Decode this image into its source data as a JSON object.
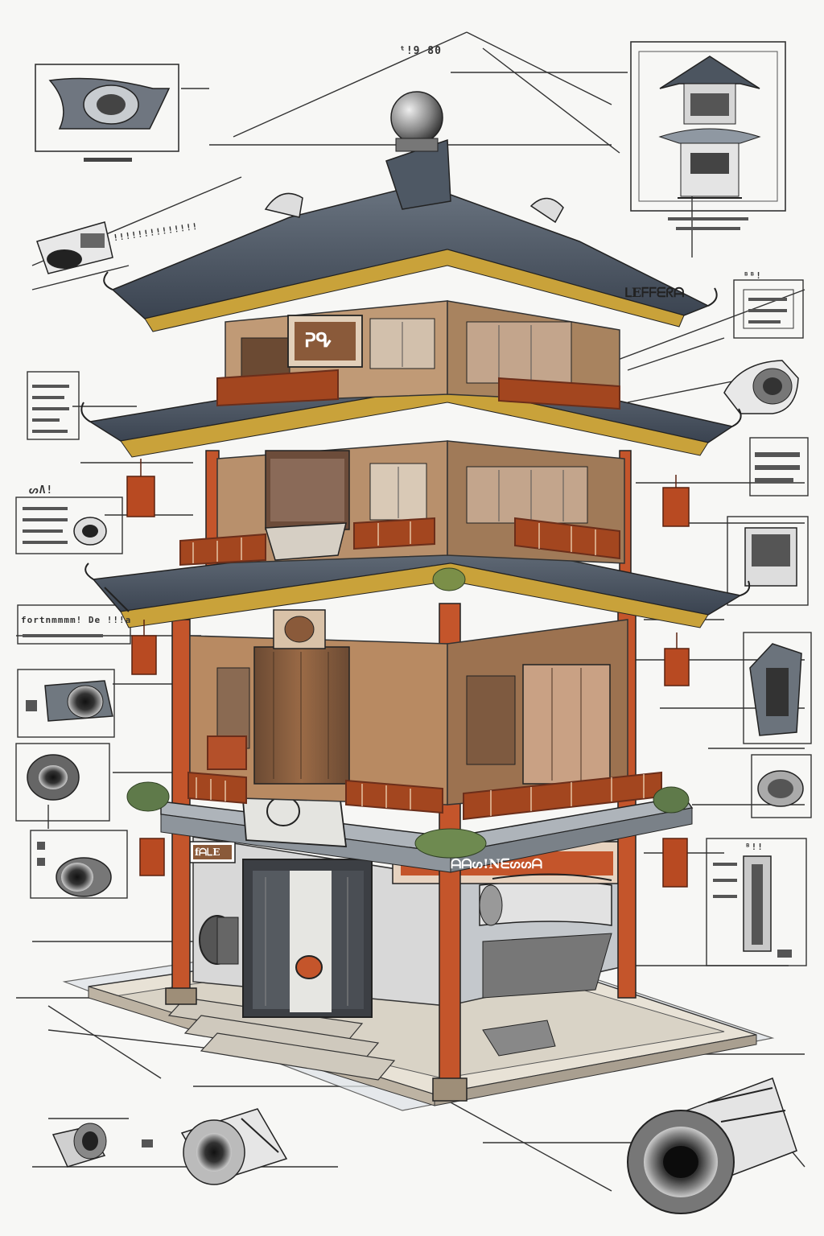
{
  "labels": {
    "top_center": "ᵗ!9 80",
    "left_camera_tag": "!!!!!!!!!!!!!!",
    "right_panel_code": "ᴮᴮ!",
    "left_row_tag": "ᔕɅ!",
    "left_row_text": "fortnmmmm! De !!!a",
    "right_box_code": "ᴮ!!"
  },
  "plaques": {
    "top_plaque": "ᕈᕴ",
    "left_sign": "fᗩᒪE",
    "right_sign": "ᗩᗩᔕ!Nᗴᔕᔕᗩ",
    "right_roof_text": "ᒪEᖴᖴᗴᖇᗩ"
  },
  "colors": {
    "ink": "#222222",
    "roof": "#4a5460",
    "wood": "#8a5a3a",
    "pillar": "#c4552b",
    "lantern": "#b84a22",
    "gold": "#c9a23a",
    "paper": "#f7f7f5"
  }
}
